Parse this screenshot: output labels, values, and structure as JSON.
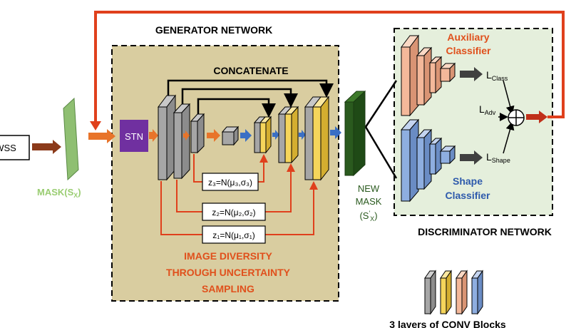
{
  "colors": {
    "red_arrow": "#e0401c",
    "orange_arrow": "#e8742a",
    "blue_arrow": "#3a6fc4",
    "brown_arrow": "#8b3a1a",
    "generator_bg": "#d9cda0",
    "discriminator_bg": "#e5efdc",
    "stn": "#7030a0",
    "mask_green": "#8fbf72",
    "new_mask": "#2a5a1e",
    "block_gray": "#a6a6a6",
    "block_yellow": "#f5d55b",
    "block_peach": "#f4b89a",
    "block_blue": "#8eaee0",
    "text_orange": "#e0501c",
    "text_blue": "#2e5aac",
    "text_green": "#9acd72"
  },
  "icons": [
    "arrow",
    "concat-arrow",
    "sum-circle",
    "conv-block"
  ],
  "labels": {
    "generator_title": "GENERATOR NETWORK",
    "concatenate": "CONCATENATE",
    "stn": "STN",
    "input_left": "WSS",
    "mask_main": "MASK(S",
    "mask_sub": "X",
    "mask_close": ")",
    "new_mask_1": "NEW",
    "new_mask_2": "MASK",
    "new_mask_3a": "(S",
    "new_mask_3sup": "'",
    "new_mask_3sub": "X",
    "new_mask_3b": ")",
    "z3": "z₃=N(μ₃,σ₃)",
    "z2": "z₂=N(μ₂,σ₂)",
    "z1": "z₁=N(μ₁,σ₁)",
    "diversity_1": "IMAGE DIVERSITY",
    "diversity_2": "THROUGH  UNCERTAINTY",
    "diversity_3": "SAMPLING",
    "aux_1": "Auxiliary",
    "aux_2": "Classifier",
    "shape_1": "Shape",
    "shape_2": "Classifier",
    "l_main": "L",
    "l_class_sub": "Class",
    "l_adv_sub": "Adv",
    "l_shape_sub": "Shape",
    "discriminator_title": "DISCRIMINATOR NETWORK",
    "legend": "3 layers of CONV Blocks"
  }
}
